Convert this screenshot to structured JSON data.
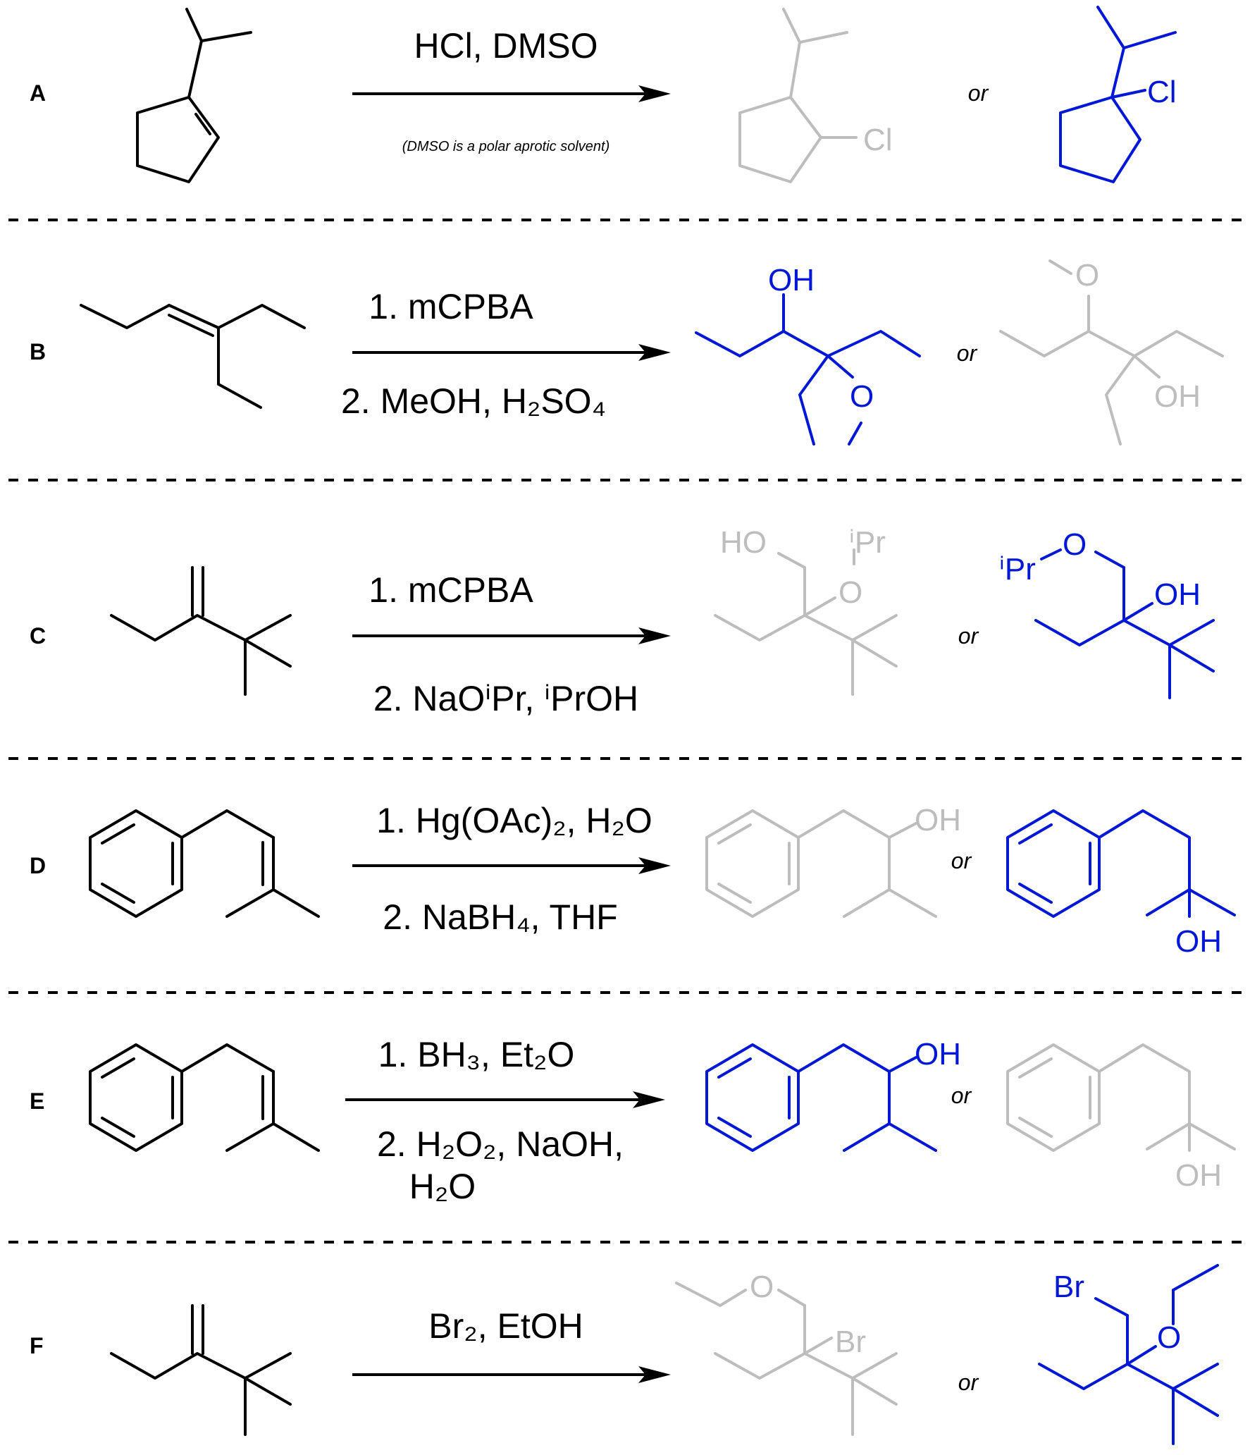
{
  "colors": {
    "primary": "#000000",
    "correct": "#0018d6",
    "wrong": "#bdbdbd"
  },
  "or_text": "or",
  "rows": [
    {
      "letter": "A",
      "reagent_top": [
        "HCl, DMSO"
      ],
      "reagent_note": "(DMSO is a polar aprotic solvent)",
      "reagent_bottom": []
    },
    {
      "letter": "B",
      "reagent_top": [
        "1. mCPBA"
      ],
      "reagent_bottom": [
        "2. MeOH, H₂SO₄"
      ]
    },
    {
      "letter": "C",
      "reagent_top": [
        "1. mCPBA"
      ],
      "reagent_bottom": [
        "2. NaOⁱPr, ⁱPrOH"
      ]
    },
    {
      "letter": "D",
      "reagent_top": [
        "1. Hg(OAc)₂, H₂O"
      ],
      "reagent_bottom": [
        "2. NaBH₄, THF"
      ]
    },
    {
      "letter": "E",
      "reagent_top": [
        "1. BH₃, Et₂O"
      ],
      "reagent_bottom": [
        "2. H₂O₂, NaOH,",
        "H₂O"
      ]
    },
    {
      "letter": "F",
      "reagent_top": [
        "Br₂, EtOH"
      ],
      "reagent_bottom": []
    }
  ],
  "atom_labels": {
    "cl": "Cl",
    "oh": "OH",
    "ho": "HO",
    "o": "O",
    "br": "Br",
    "ipr": "ⁱPr"
  }
}
